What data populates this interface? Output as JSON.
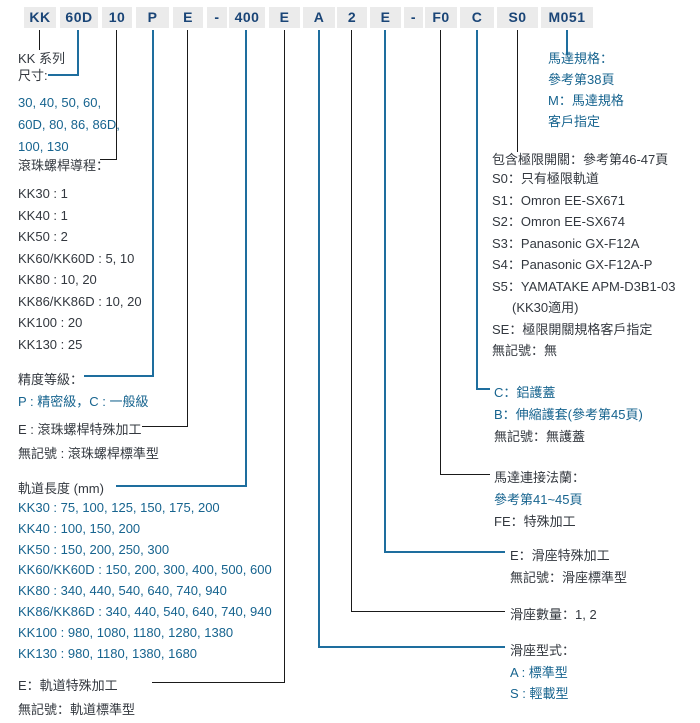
{
  "model_code": {
    "segments": [
      "KK",
      "60D",
      "10",
      "P",
      "E",
      "-",
      "400",
      "E",
      "A",
      "2",
      "E",
      "-",
      "F0",
      "C",
      "S0",
      "M051"
    ]
  },
  "colors": {
    "accent_blue_text": "#17648F",
    "dark_text": "#33383F",
    "header_text": "#1A4577",
    "segment_box_bg": "#EBEBEB",
    "line_black": "#1A1A1A",
    "line_blue": "#1E6E9E"
  },
  "left": {
    "series_label": "KK 系列",
    "size": {
      "label": "尺寸:",
      "values": [
        "30, 40, 50, 60,",
        "60D, 80, 86, 86D,",
        "100, 130"
      ]
    },
    "screw_lead": {
      "label": "滾珠螺桿導程：",
      "items": [
        "KK30 : 1",
        "KK40 : 1",
        "KK50 : 2",
        "KK60/KK60D : 5, 10",
        "KK80 : 10, 20",
        "KK86/KK86D : 10, 20",
        "KK100 : 20",
        "KK130 : 25"
      ]
    },
    "accuracy": {
      "label": "精度等級：",
      "value": "P : 精密級，C : 一般級"
    },
    "screw_special": {
      "line1": "E : 滾珠螺桿特殊加工",
      "line2": "無記號 : 滾珠螺桿標準型"
    },
    "rail_length": {
      "label": "軌道長度 (mm)",
      "items": [
        "KK30 : 75, 100, 125, 150, 175, 200",
        "KK40 : 100, 150, 200",
        "KK50 : 150, 200, 250, 300",
        "KK60/KK60D : 150, 200, 300, 400, 500, 600",
        "KK80 : 340, 440, 540, 640, 740, 940",
        "KK86/KK86D : 340, 440, 540, 640, 740, 940",
        "KK100 : 980, 1080, 1180, 1280, 1380",
        "KK130 : 980, 1180, 1380, 1680"
      ]
    },
    "rail_special": {
      "line1": "E：軌道特殊加工",
      "line2": "無記號：軌道標準型"
    }
  },
  "right": {
    "motor_spec": {
      "lines": [
        "馬達規格：",
        "參考第38頁",
        "M：馬達規格",
        "客戶指定"
      ]
    },
    "limit_switch": {
      "title": "包含極限開關：參考第46-47頁",
      "items": [
        "S0：只有極限軌道",
        "S1：Omron EE-SX671",
        "S2：Omron EE-SX674",
        "S3：Panasonic GX-F12A",
        "S4：Panasonic GX-F12A-P",
        "S5：YAMATAKE APM-D3B1-03",
        "(KK30適用)",
        "SE：極限開關規格客戶指定",
        "無記號：無"
      ]
    },
    "cover": {
      "option_c": "C：鋁護蓋",
      "option_b": "B：伸縮護套(參考第45頁)",
      "option_none": "無記號：無護蓋"
    },
    "motor_flange": {
      "title": "馬達連接法蘭：",
      "ref": "參考第41~45頁",
      "extra": "FE：特殊加工"
    },
    "slide_special": {
      "line1": "E：滑座特殊加工",
      "line2": "無記號：滑座標準型"
    },
    "slide_count": {
      "label": "滑座數量：1, 2"
    },
    "slide_type": {
      "label": "滑座型式：",
      "options": [
        "A : 標準型",
        "S : 輕載型"
      ]
    }
  }
}
